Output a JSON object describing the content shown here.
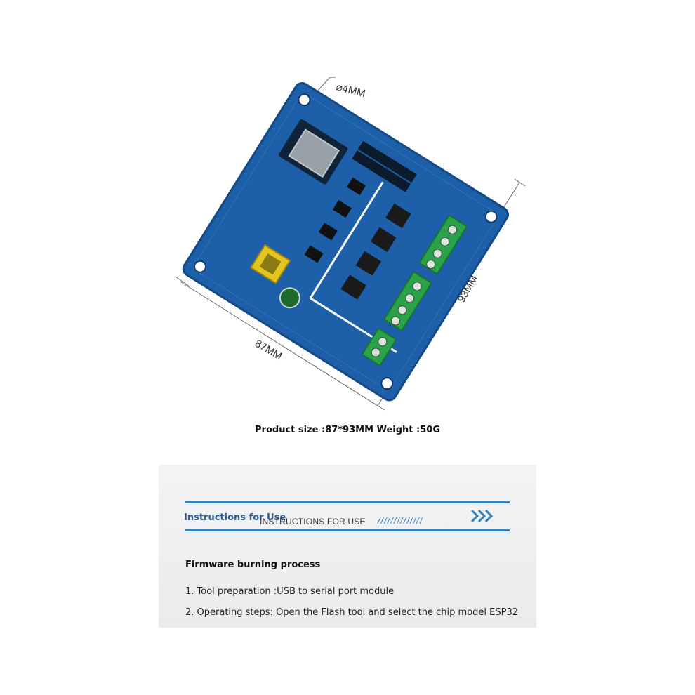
{
  "figure": {
    "hole_label": "4MM",
    "width_label": "87MM",
    "height_label": "93MM",
    "board_color": "#1d5fa8",
    "terminal_color": "#2aa24a"
  },
  "caption": "Product size :87*93MM Weight :50G",
  "instructions": {
    "title": "Instructions for Use",
    "subtitle": "INSTRUCTIONS FOR USE",
    "slashes": "//////////////",
    "accent_color": "#2f7fc1",
    "heading": "Firmware burning process",
    "steps": [
      "1. Tool preparation :USB to serial port module",
      "2. Operating steps: Open the Flash tool and select the chip model ESP32"
    ]
  }
}
